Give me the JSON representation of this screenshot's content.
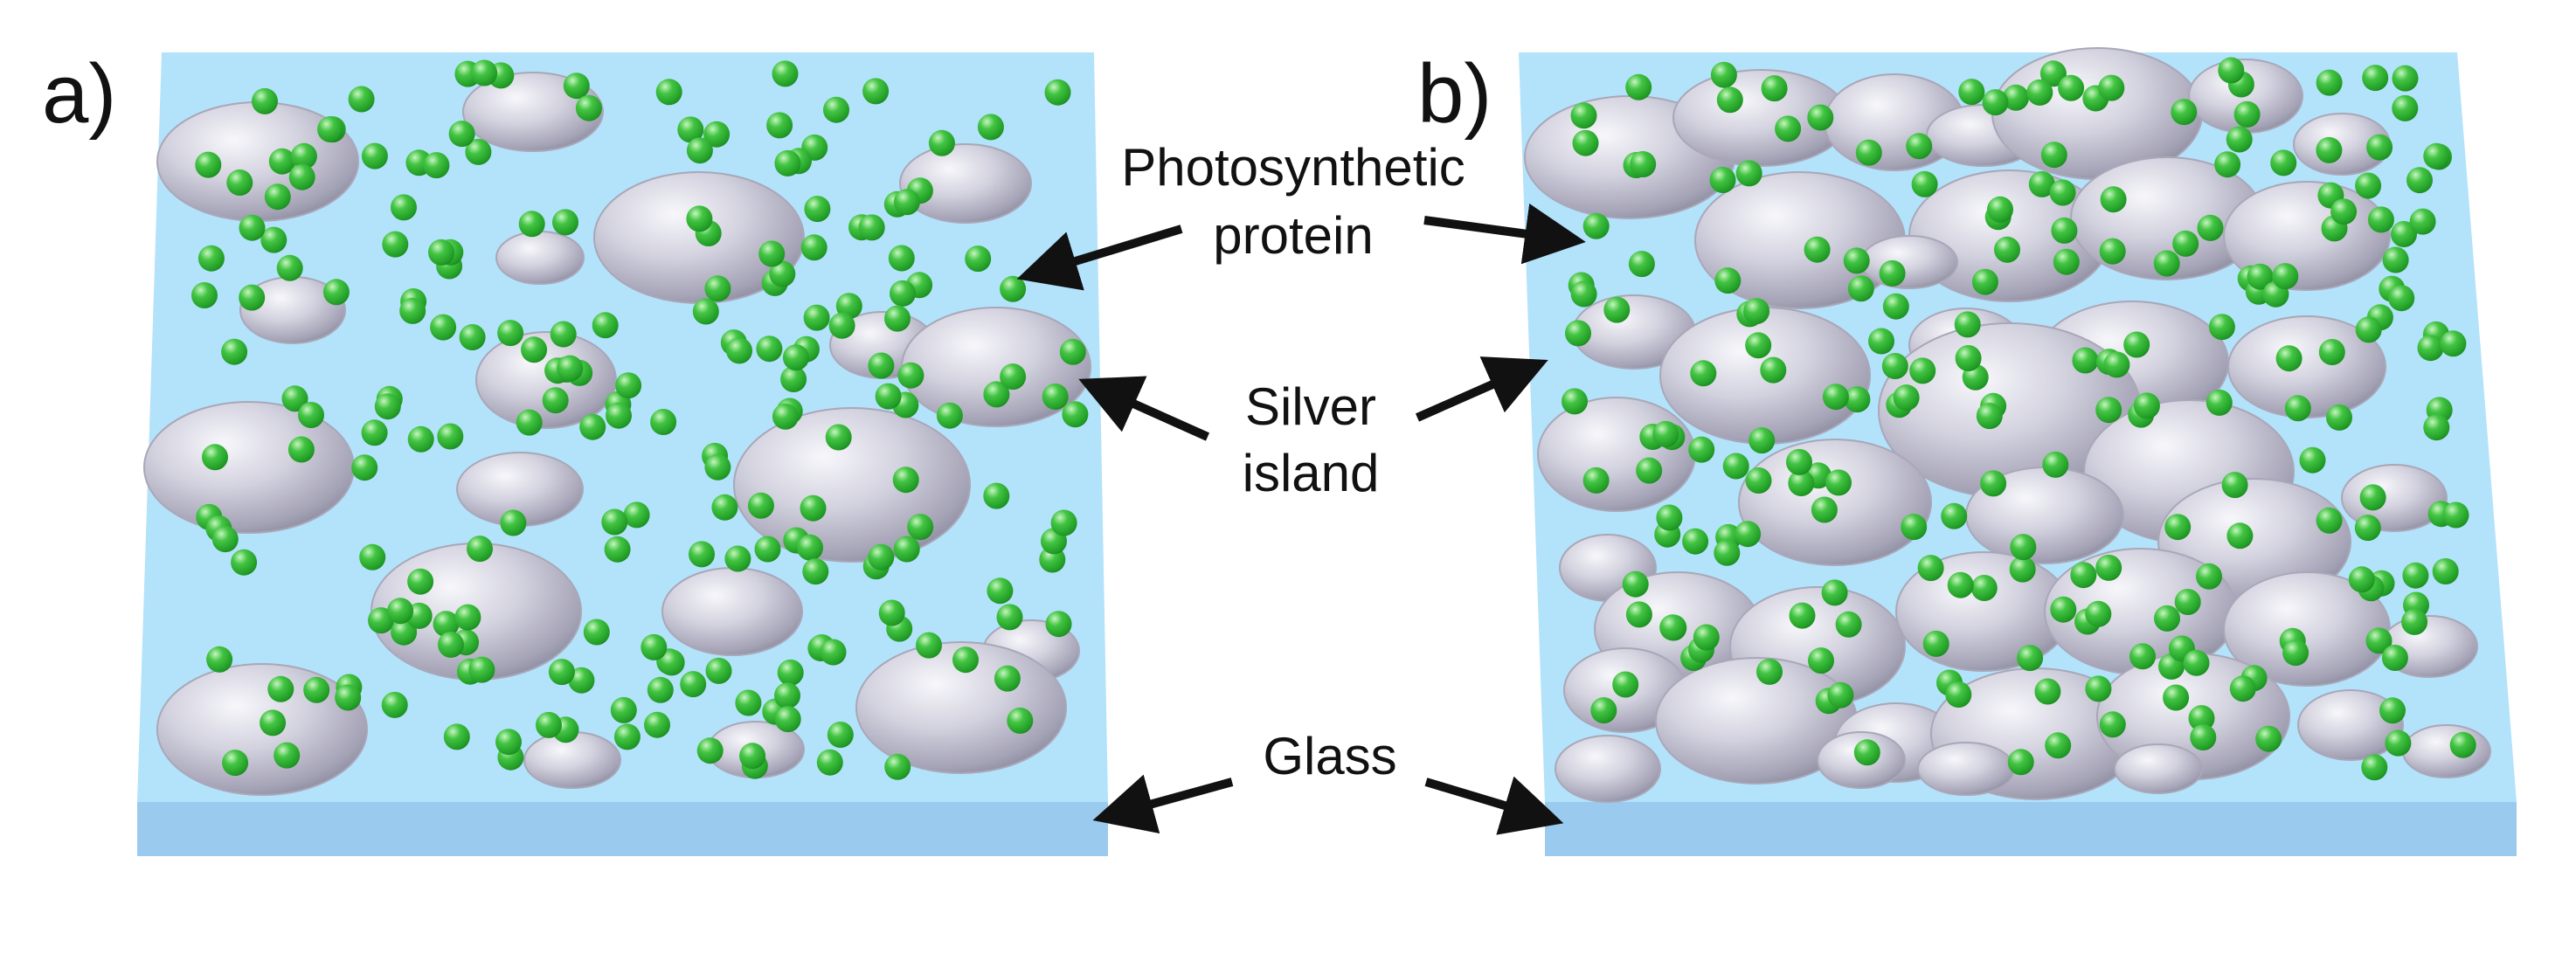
{
  "panels": [
    {
      "letter": "a)"
    },
    {
      "letter": "b)"
    }
  ],
  "labels": {
    "protein_line1": "Photosynthetic",
    "protein_line2": "protein",
    "silver_line1": "Silver",
    "silver_line2": "island",
    "glass": "Glass"
  },
  "colors": {
    "glass_top": "#b3e2fb",
    "glass_side": "#9acbee",
    "silver_light": "#f4f4f8",
    "silver_mid": "#c8c7d6",
    "silver_dark": "#8e8ca0",
    "protein": "#2fb233",
    "protein_highlight": "#b8f0b2",
    "protein_dark": "#147a1b",
    "arrow": "#111111"
  }
}
